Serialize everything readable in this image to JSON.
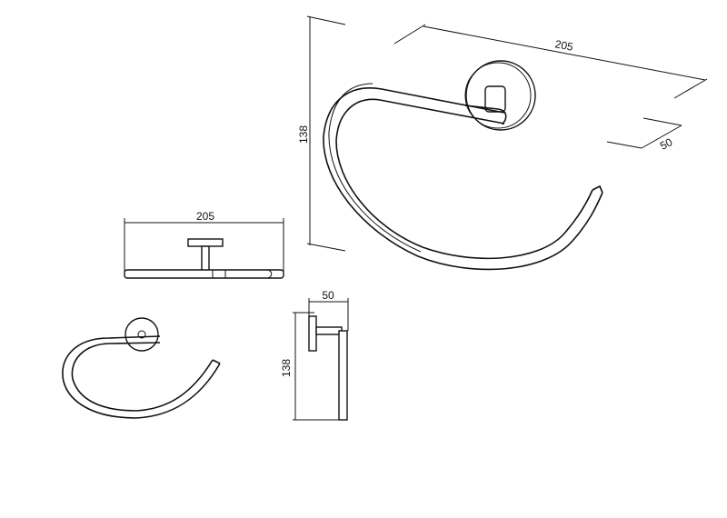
{
  "views": {
    "perspective": {
      "width_label": "205",
      "height_label": "138",
      "depth_label": "50"
    },
    "top": {
      "width_label": "205"
    },
    "side": {
      "depth_label": "50",
      "height_label": "138"
    }
  }
}
